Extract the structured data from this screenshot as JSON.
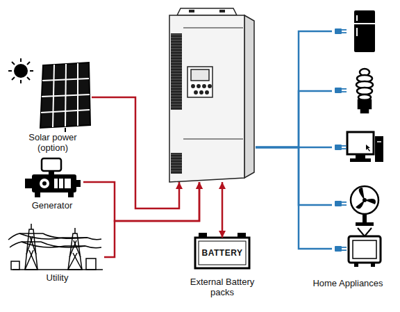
{
  "diagram": {
    "nodes": [
      {
        "text": [
          "Solar power (option)"
        ]
      },
      {
        "text": [
          "Generator"
        ]
      },
      {
        "text": [
          "Utility"
        ]
      },
      {
        "text": []
      },
      {
        "text": [
          "BATTERY",
          "External Battery packs"
        ]
      },
      {
        "text": []
      },
      {
        "text": []
      },
      {
        "text": []
      },
      {
        "text": []
      },
      {
        "text": []
      }
    ],
    "edges": [
      {
        "from": 0,
        "to": 3,
        "arrow": "to"
      },
      {
        "from": 1,
        "to": 3,
        "arrow": "to"
      },
      {
        "from": 2,
        "to": 3,
        "arrow": "to"
      },
      {
        "from": 3,
        "to": 4,
        "arrow": "both"
      },
      {
        "from": 3,
        "to": 5,
        "arrow": "none"
      },
      {
        "from": 3,
        "to": 6,
        "arrow": "none"
      },
      {
        "from": 3,
        "to": 7,
        "arrow": "none"
      },
      {
        "from": 3,
        "to": 8,
        "arrow": "none"
      },
      {
        "from": 3,
        "to": 9,
        "arrow": "none"
      }
    ],
    "labels": [
      "Home Appliances"
    ]
  }
}
